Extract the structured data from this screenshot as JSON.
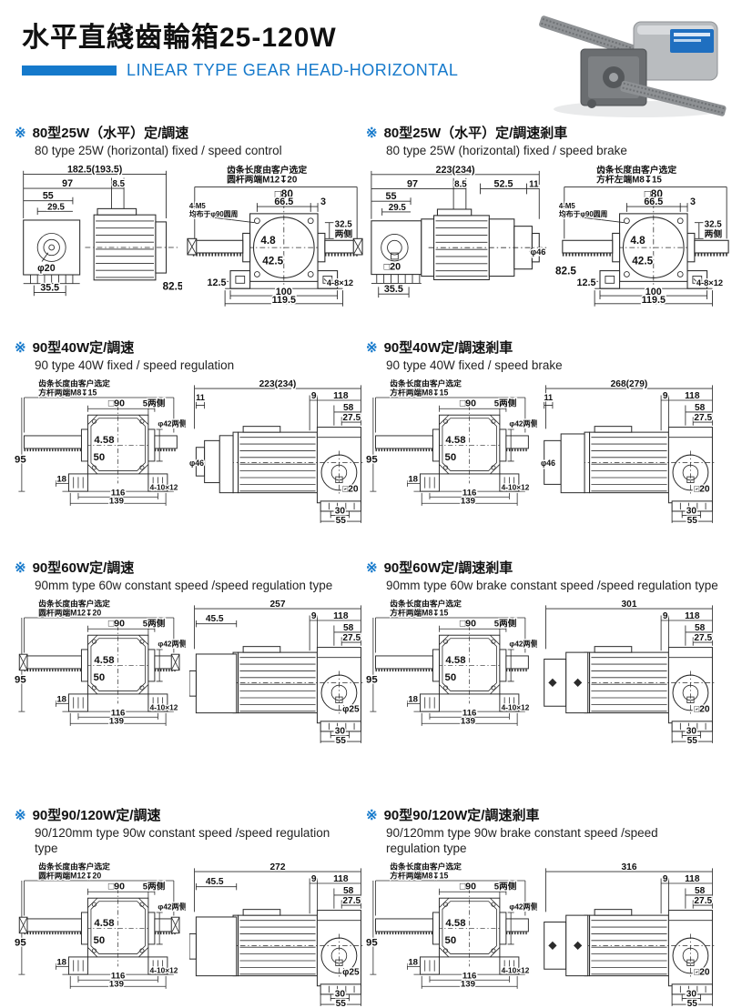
{
  "page": {
    "title_cn": "水平直綫齒輪箱25-120W",
    "title_en": "LINEAR TYPE GEAR HEAD-HORIZONTAL",
    "accent": "#1579cb"
  },
  "sections": [
    {
      "marker": "※",
      "title_cn": "80型25W（水平）定/調速",
      "title_en": "80 type 25W (horizontal) fixed / speed control",
      "side": {
        "total": "182.5(193.5)",
        "d97": "97",
        "d85": "8.5",
        "d55": "55",
        "d295": "29.5",
        "shaft": "φ20",
        "d355": "35.5",
        "d825": "82.5"
      },
      "front": {
        "note1": "齿条长度由客户选定",
        "note2": "圆杆两端M12↧20",
        "screws1": "4-M5",
        "screws2": "均布于φ90圆周",
        "sq": "□80",
        "d665": "66.5",
        "d3": "3",
        "d325": "32.5",
        "sides": "两侧",
        "d48": "4.8",
        "d425": "42.5",
        "d125": "12.5",
        "d100": "100",
        "d1195": "119.5",
        "slot": "4-8×12"
      }
    },
    {
      "marker": "※",
      "title_cn": "80型25W（水平）定/調速剎車",
      "title_en": "80 type 25W (horizontal) fixed / speed brake",
      "side": {
        "total": "223(234)",
        "d97": "97",
        "d85": "8.5",
        "d525": "52.5",
        "d11": "11",
        "d55": "55",
        "d295": "29.5",
        "shaft": "□20",
        "d355": "35.5",
        "brake": "φ46"
      },
      "front": {
        "note1": "齿条长度由客户选定",
        "note2": "方杆左端M8↧15",
        "screws1": "4-M5",
        "screws2": "均布于φ90圆周",
        "sq": "□80",
        "d665": "66.5",
        "d3": "3",
        "d325": "32.5",
        "sides": "两侧",
        "d48": "4.8",
        "d425": "42.5",
        "d825": "82.5",
        "d125": "12.5",
        "d100": "100",
        "d1195": "119.5",
        "slot": "4-8×12"
      }
    },
    {
      "marker": "※",
      "title_cn": "90型40W定/調速",
      "title_en": "90 type 40W fixed / speed regulation",
      "front": {
        "note1": "齿条长度由客户选定",
        "note2": "方杆两端M8↧15",
        "sq": "□90",
        "d5": "5两侧",
        "d42": "φ42两侧",
        "d458": "4.58",
        "d50": "50",
        "d95": "95",
        "d18": "18",
        "d116": "116",
        "d139": "139",
        "slot": "4-10×12"
      },
      "side": {
        "total": "223(234)",
        "d11": "11",
        "dia46": "φ46",
        "d9": "9",
        "d118": "118",
        "d58": "58",
        "d275": "27.5",
        "shaft": "□20",
        "d30": "30",
        "d55": "55"
      }
    },
    {
      "marker": "※",
      "title_cn": "90型40W定/調速剎車",
      "title_en": "90 type 40W fixed / speed brake",
      "front": {
        "note1": "齿条长度由客户选定",
        "note2": "方杆两端M8↧15",
        "sq": "□90",
        "d5": "5两侧",
        "d42": "φ42两侧",
        "d458": "4.58",
        "d50": "50",
        "d95": "95",
        "d18": "18",
        "d116": "116",
        "d139": "139",
        "slot": "4-10×12"
      },
      "side": {
        "total": "268(279)",
        "d11": "11",
        "dia46": "φ46",
        "d9": "9",
        "d118": "118",
        "d58": "58",
        "d275": "27.5",
        "shaft": "□20",
        "d30": "30",
        "d55": "55"
      }
    },
    {
      "marker": "※",
      "title_cn": "90型60W定/調速",
      "title_en": "90mm type 60w constant speed /speed regulation type",
      "front": {
        "note1": "齿条长度由客户选定",
        "note2": "圆杆两端M12↧20",
        "sq": "□90",
        "d5": "5两侧",
        "d42": "φ42两侧",
        "d458": "4.58",
        "d50": "50",
        "d95": "95",
        "d18": "18",
        "d116": "116",
        "d139": "139",
        "slot": "4-10×12"
      },
      "side": {
        "total": "257",
        "d455": "45.5",
        "d9": "9",
        "d118": "118",
        "d58": "58",
        "d275": "27.5",
        "shaft": "φ25",
        "d30": "30",
        "d55": "55"
      }
    },
    {
      "marker": "※",
      "title_cn": "90型60W定/調速剎車",
      "title_en": "90mm type 60w brake constant speed /speed regulation type",
      "front": {
        "note1": "齿条长度由客户选定",
        "note2": "方杆两端M8↧15",
        "sq": "□90",
        "d5": "5两侧",
        "d42": "φ42两侧",
        "d458": "4.58",
        "d50": "50",
        "d95": "95",
        "d18": "18",
        "d116": "116",
        "d139": "139",
        "slot": "4-10×12"
      },
      "side": {
        "total": "301",
        "d9": "9",
        "d118": "118",
        "d58": "58",
        "d275": "27.5",
        "shaft": "□20",
        "d30": "30",
        "d55": "55"
      }
    },
    {
      "marker": "※",
      "title_cn": "90型90/120W定/調速",
      "title_en": "90/120mm  type 90w constant speed /speed regulation type",
      "front": {
        "note1": "齿条长度由客户选定",
        "note2": "圆杆两端M12↧20",
        "sq": "□90",
        "d5": "5两侧",
        "d42": "φ42两侧",
        "d458": "4.58",
        "d50": "50",
        "d95": "95",
        "d18": "18",
        "d116": "116",
        "d139": "139",
        "slot": "4-10×12"
      },
      "side": {
        "total": "272",
        "d455": "45.5",
        "d9": "9",
        "d118": "118",
        "d58": "58",
        "d275": "27.5",
        "shaft": "φ25",
        "d30": "30",
        "d55": "55"
      }
    },
    {
      "marker": "※",
      "title_cn": "90型90/120W定/調速剎車",
      "title_en": "90/120mm type 90w  brake constant speed /speed regulation type",
      "front": {
        "note1": "齿条长度由客户选定",
        "note2": "方杆两端M8↧15",
        "sq": "□90",
        "d5": "5两侧",
        "d42": "φ42两侧",
        "d458": "4.58",
        "d50": "50",
        "d95": "95",
        "d18": "18",
        "d116": "116",
        "d139": "139",
        "slot": "4-10×12"
      },
      "side": {
        "total": "316",
        "d9": "9",
        "d118": "118",
        "d58": "58",
        "d275": "27.5",
        "shaft": "□20",
        "d30": "30",
        "d55": "55"
      }
    }
  ]
}
